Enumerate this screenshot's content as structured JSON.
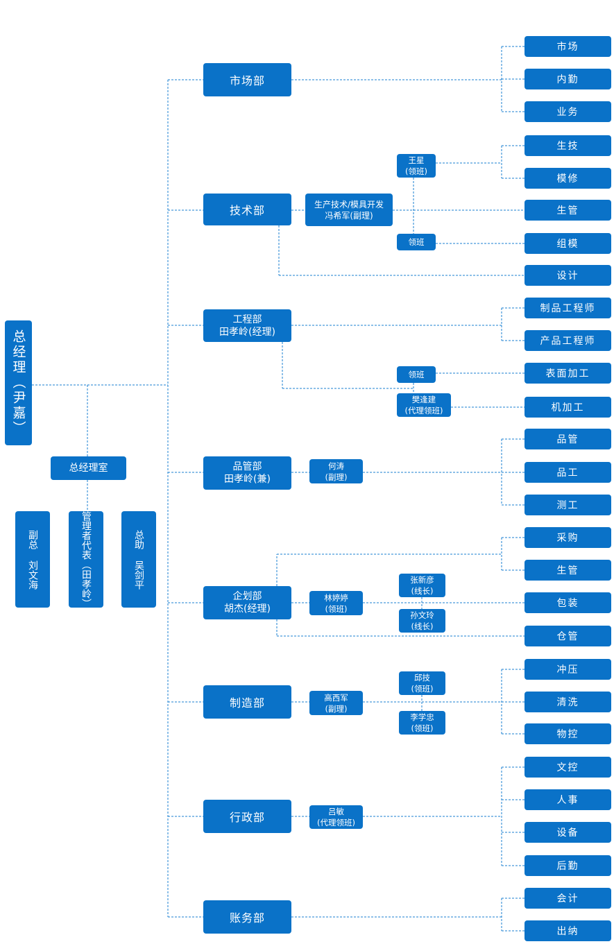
{
  "chart_data": {
    "type": "org-chart",
    "root": "总经理（尹嘉）",
    "office": "总经理室",
    "staff": [
      "副总 刘文海",
      "管理者代表（田孝岭）",
      "总助 吴剑平"
    ],
    "departments": [
      {
        "name": "市场部",
        "units": [
          "市场",
          "内勤",
          "业务"
        ]
      },
      {
        "name": "技术部",
        "manager_line1": "生产技术/模具开发",
        "manager_line2": "冯希军(副理)",
        "leader1_line1": "王星",
        "leader1_line2": "(领班)",
        "leader2": "领班",
        "units": [
          "生技",
          "模修",
          "生管",
          "组模",
          "设计"
        ]
      },
      {
        "name_line1": "工程部",
        "name_line2": "田孝岭(经理)",
        "leader1": "领班",
        "leader2_line1": "樊逢建",
        "leader2_line2": "(代理领班)",
        "units": [
          "制品工程师",
          "产品工程师",
          "表面加工",
          "机加工"
        ]
      },
      {
        "name_line1": "品管部",
        "name_line2": "田孝岭(兼)",
        "manager_line1": "何涛",
        "manager_line2": "(副理)",
        "units": [
          "品管",
          "品工",
          "测工"
        ]
      },
      {
        "name_line1": "企划部",
        "name_line2": "胡杰(经理)",
        "manager_line1": "林婷婷",
        "manager_line2": "(领班)",
        "leader1_line1": "张新彦",
        "leader1_line2": "(线长)",
        "leader2_line1": "孙文玲",
        "leader2_line2": "(线长)",
        "units": [
          "采购",
          "生管",
          "包装",
          "仓管"
        ]
      },
      {
        "name": "制造部",
        "manager_line1": "高西军",
        "manager_line2": "(副理)",
        "leader1_line1": "邱技",
        "leader1_line2": "(领班)",
        "leader2_line1": "李学忠",
        "leader2_line2": "(领班)",
        "units": [
          "冲压",
          "清洗",
          "物控"
        ]
      },
      {
        "name": "行政部",
        "manager_line1": "吕敏",
        "manager_line2": "(代理领班)",
        "units": [
          "文控",
          "人事",
          "设备",
          "后勤"
        ]
      },
      {
        "name": "账务部",
        "units": [
          "会计",
          "出纳"
        ]
      }
    ],
    "colors": {
      "box": "#0a72c8",
      "line": "#1a7fd0",
      "text": "#ffffff"
    }
  }
}
